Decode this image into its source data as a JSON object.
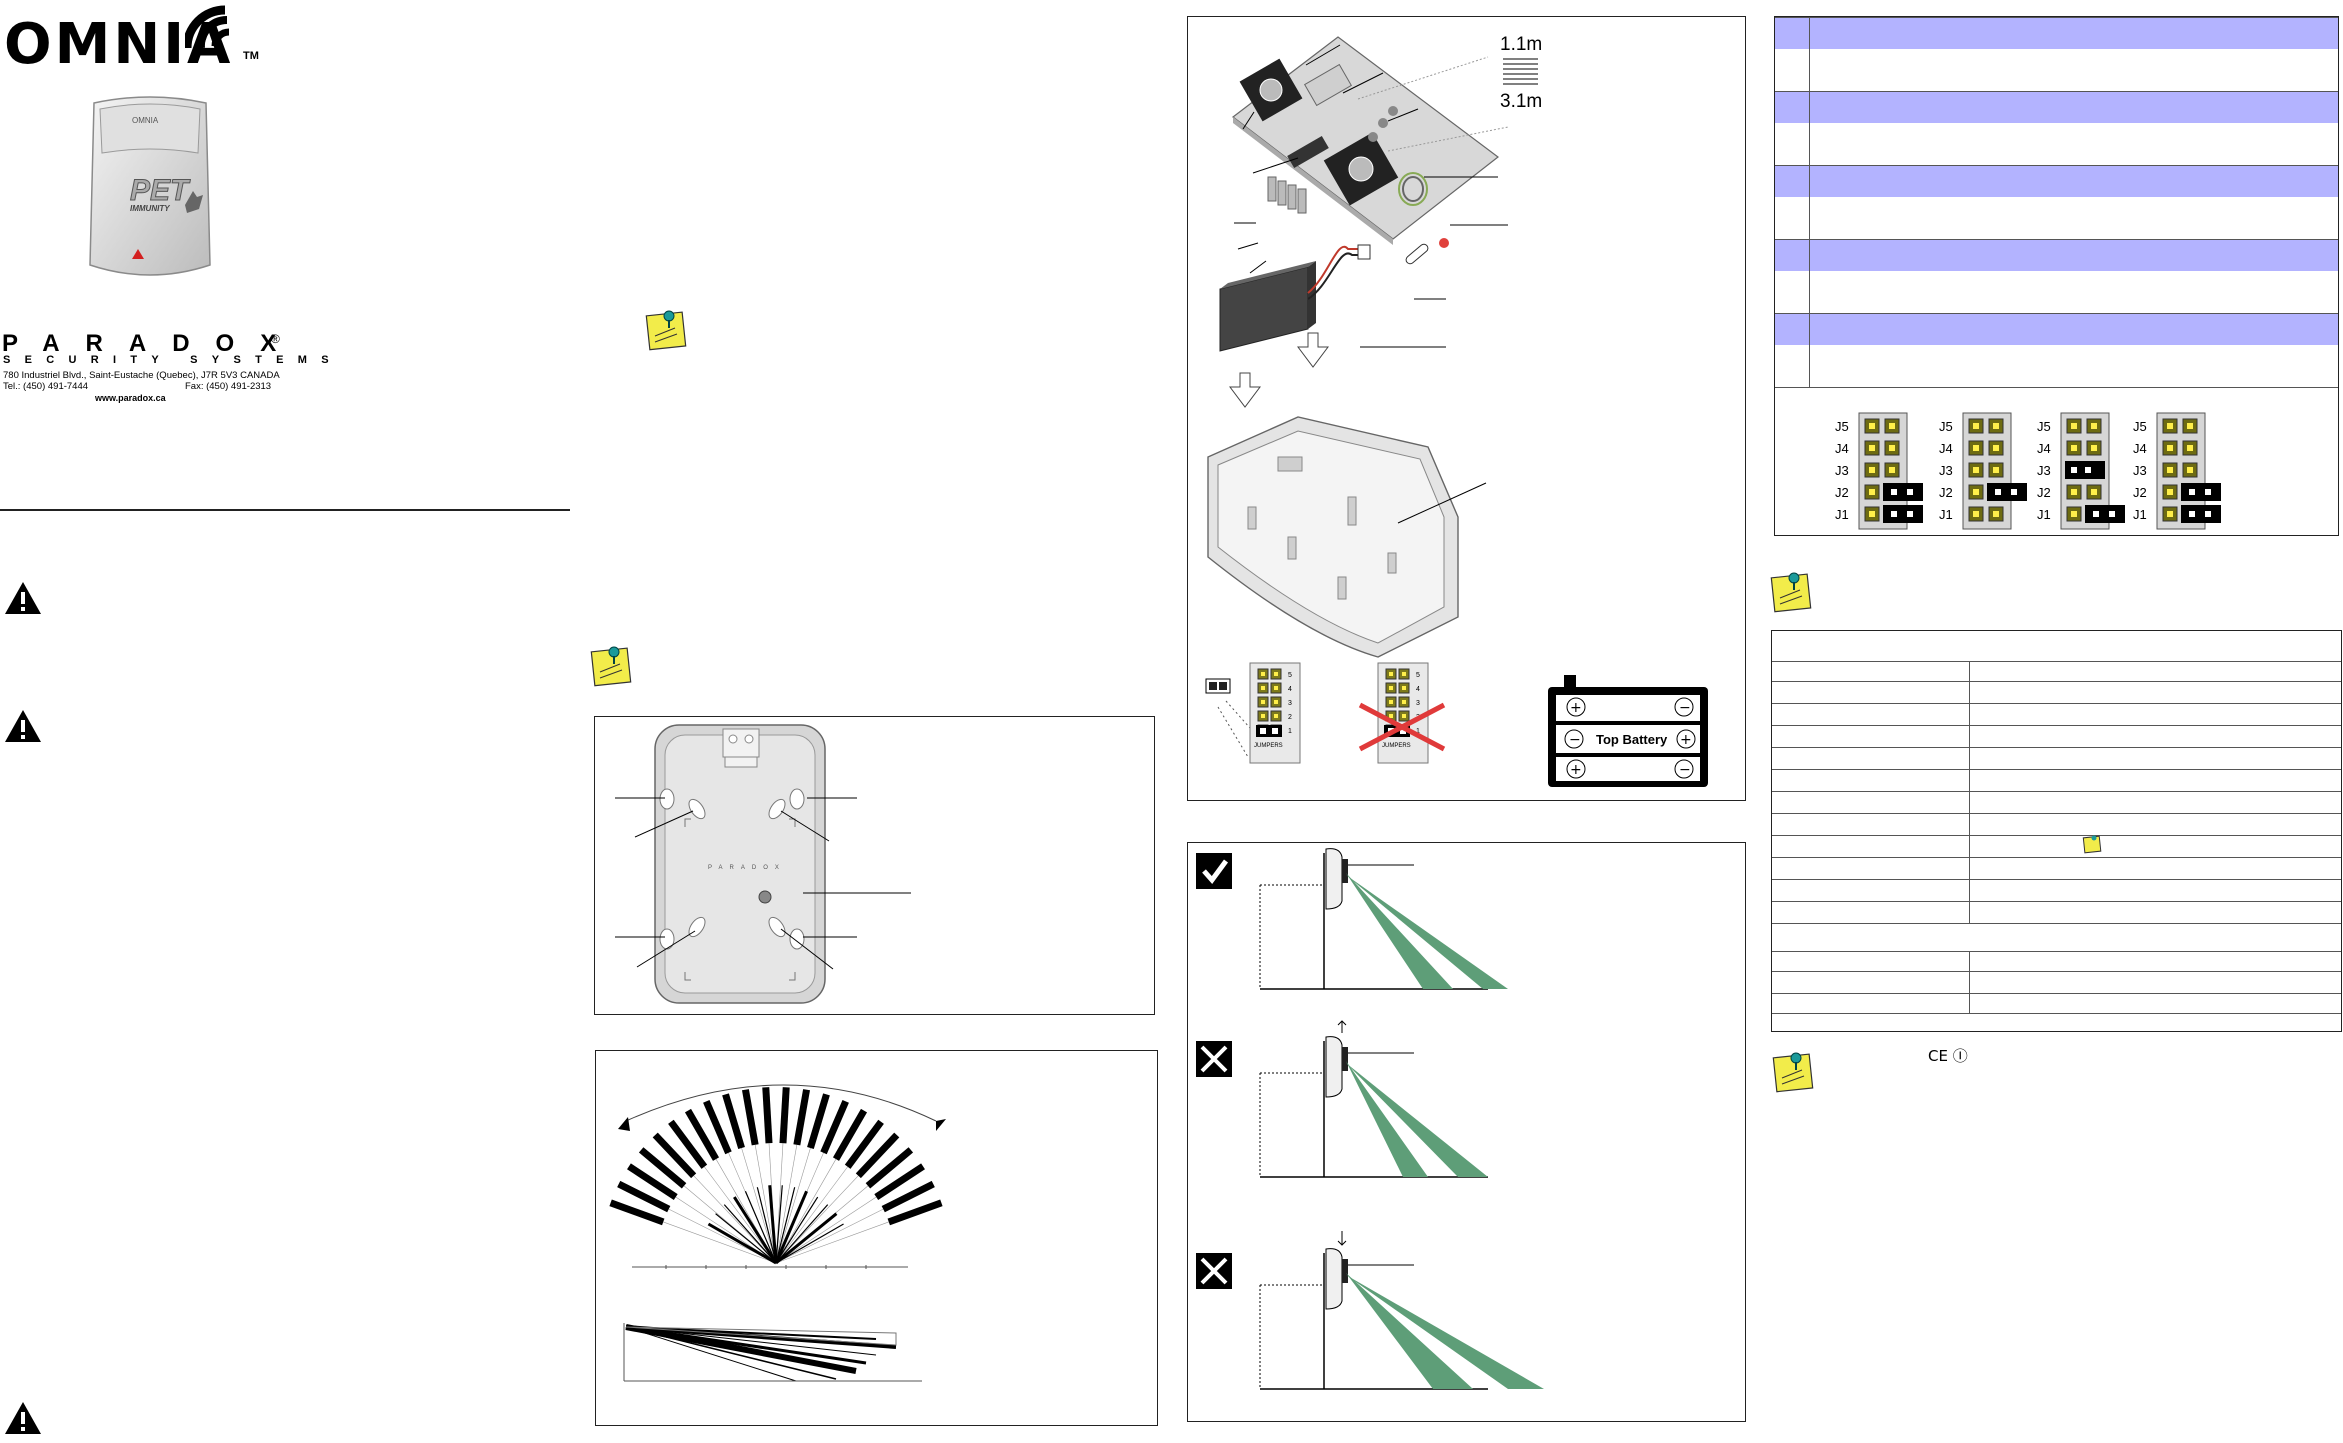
{
  "brand": {
    "logo": "OMNIA",
    "tm": "TM",
    "product_badge": "PET",
    "product_badge_sub": "IMMUNITY",
    "detector_label": "OMNIA"
  },
  "company": {
    "name": "PARADOX",
    "registered": "®",
    "tagline": "SECURITY SYSTEMS",
    "address": "780 Industriel Blvd., Saint-Eustache (Quebec), J7R 5V3 CANADA",
    "tel": "Tel.: (450) 491-7444",
    "fax": "Fax: (450) 491-2313",
    "web": "www.paradox.ca"
  },
  "installation": {
    "mount_heights": [
      "1.1m",
      "3.1m"
    ],
    "battery_label": "Top Battery",
    "jumpers_caption": "JUMPERS",
    "jumper_pin_numbers": [
      "5",
      "4",
      "3",
      "2",
      "1"
    ],
    "base_brand": "PARADOX"
  },
  "jumper_table": {
    "labels": [
      "J5",
      "J4",
      "J3",
      "J2",
      "J1"
    ],
    "settings": [
      {
        "J5": "off",
        "J4": "off",
        "J3": "off",
        "J2": "on",
        "J1": "on"
      },
      {
        "J5": "off",
        "J4": "off",
        "J3": "off",
        "J2": "on",
        "J1": "off"
      },
      {
        "J5": "off",
        "J4": "off",
        "J3": "on",
        "J2": "off",
        "J1": "on"
      },
      {
        "J5": "off",
        "J4": "off",
        "J3": "off",
        "J2": "on",
        "J1": "on"
      }
    ]
  },
  "certification_marks": "CE Ⓘ",
  "colors": {
    "header_blue": "#b3b3ff",
    "beam_green": "#5e9e78",
    "battery_red": "#c0392b",
    "note_yellow": "#f2ec4a"
  },
  "icons": [
    "warning-icon",
    "note-icon",
    "check-icon",
    "cross-icon"
  ]
}
